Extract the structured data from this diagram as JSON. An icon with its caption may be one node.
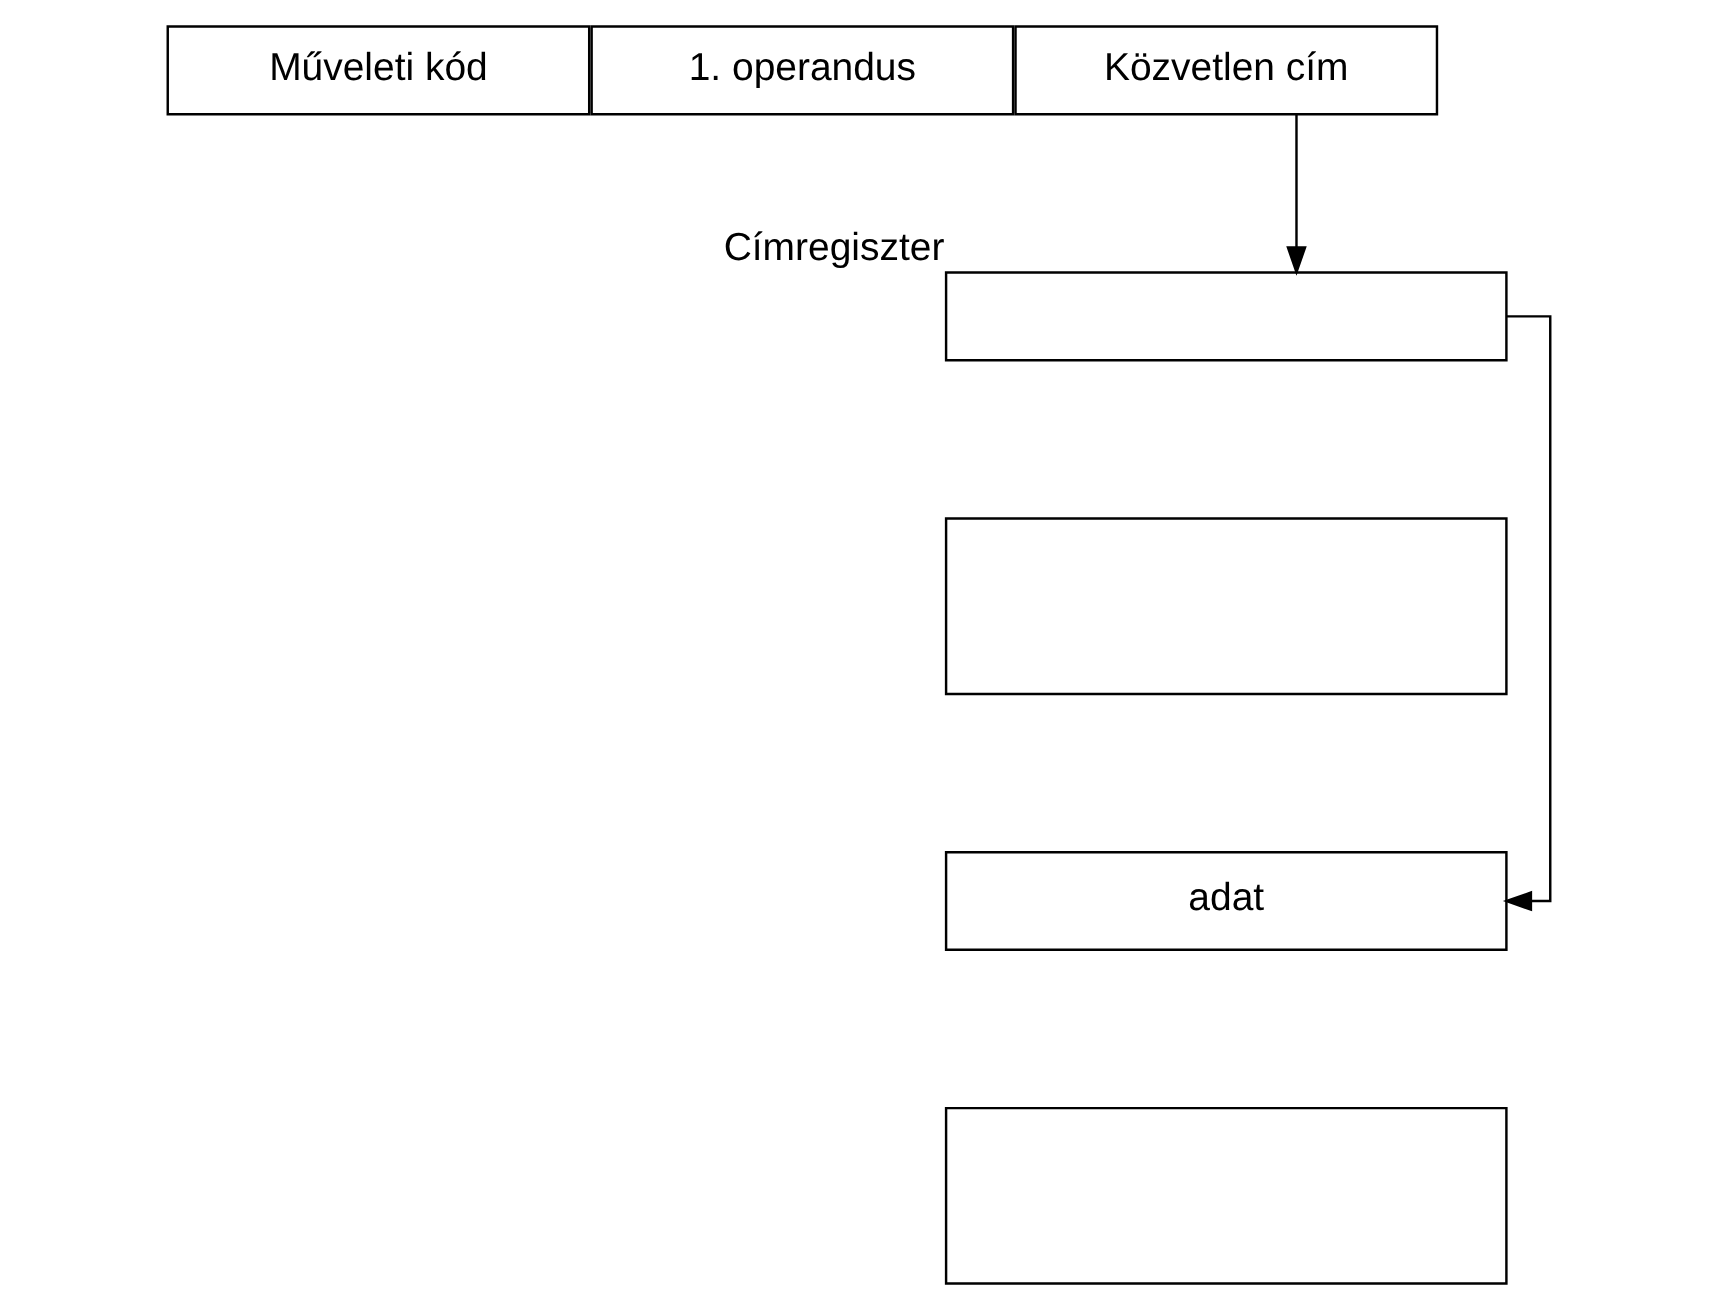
{
  "diagram": {
    "nodes": [
      {
        "text": [
          "Műveleti kód"
        ]
      },
      {
        "text": [
          "1. operandus"
        ]
      },
      {
        "text": [
          "Közvetlen cím"
        ]
      },
      {
        "text": [
          "Címregiszter"
        ]
      },
      {
        "text": [],
        "shape": "box"
      },
      {
        "text": [
          "adat"
        ]
      },
      {
        "text": [],
        "shape": "box"
      }
    ],
    "edges": [
      {
        "from": 2,
        "to": 3,
        "arrow": "to"
      },
      {
        "from": 3,
        "to": 5,
        "arrow": "to"
      }
    ]
  }
}
